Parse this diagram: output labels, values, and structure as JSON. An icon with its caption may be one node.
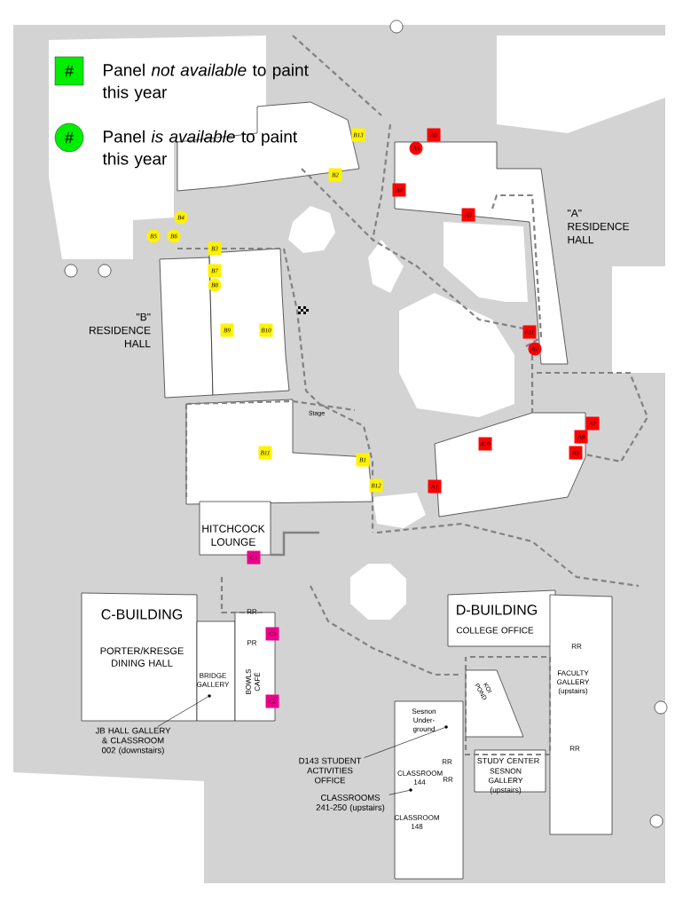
{
  "diagram": {
    "nodes": [
      {
        "text": [
          "B13"
        ]
      },
      {
        "text": [
          "A6"
        ]
      },
      {
        "text": [
          "A5"
        ]
      },
      {
        "text": [
          "B2"
        ]
      },
      {
        "text": [
          "A4"
        ]
      },
      {
        "text": [
          "A3"
        ]
      },
      {
        "text": [
          "B4"
        ]
      },
      {
        "text": [
          "B5"
        ]
      },
      {
        "text": [
          "B6"
        ]
      },
      {
        "text": [
          "B3"
        ]
      },
      {
        "text": [
          "B7"
        ]
      },
      {
        "text": [
          "B8"
        ]
      },
      {
        "text": [
          "B9"
        ]
      },
      {
        "text": [
          "B10"
        ]
      },
      {
        "text": [
          "A11"
        ]
      },
      {
        "text": [
          "A2"
        ]
      },
      {
        "text": [
          "A7"
        ]
      },
      {
        "text": [
          "A8"
        ]
      },
      {
        "text": [
          "A10"
        ]
      },
      {
        "text": [
          "B11"
        ]
      },
      {
        "text": [
          "A9"
        ]
      },
      {
        "text": [
          "B1"
        ]
      },
      {
        "text": [
          "B12"
        ]
      },
      {
        "text": [
          "A1"
        ]
      },
      {
        "text": [
          "C1"
        ]
      },
      {
        "text": [
          "C3"
        ]
      },
      {
        "text": [
          "C2"
        ]
      },
      {
        "text": [
          "JB HALL GALLERY & CLASSROOM 002 (downstairs)"
        ]
      },
      {
        "text": [],
        "shape": "circle"
      },
      {
        "text": [
          "D143 STUDENT ACTIVITIES OFFICE"
        ]
      },
      {
        "text": [],
        "shape": "circle"
      },
      {
        "text": [
          "CLASSROOMS 241-250 (upstairs)"
        ]
      },
      {
        "text": [],
        "shape": "circle"
      }
    ],
    "edges": [
      {
        "from": 27,
        "to": 28,
        "arrow": "none"
      },
      {
        "from": 29,
        "to": 30,
        "arrow": "none"
      },
      {
        "from": 31,
        "to": 32,
        "arrow": "none"
      }
    ],
    "labels": [
      "#",
      "#",
      "\"A\" RESIDENCE HALL",
      "\"B\" RESIDENCE HALL",
      "Stage",
      "HITCHCOCK LOUNGE",
      "C-BUILDING",
      "RR",
      "PR",
      "PORTER/KRESGE DINING HALL",
      "BRIDGE GALLERY",
      "BOWLS CAFÉ",
      "D-BUILDING",
      "COLLEGE OFFICE",
      "RR",
      "KOI POND",
      "FACULTY GALLERY (upstairs)",
      "Sesnon Under- ground",
      "RR",
      "STUDY CENTER",
      "SESNON GALLERY (upstairs)",
      "CLASSROOM 144",
      "RR",
      "CLASSROOM 148",
      "RR"
    ],
    "legend": [
      {
        "text": "Panel *not available* to paint this year",
        "color": "#00ee00"
      },
      {
        "text": "Panel *is available* to paint this year",
        "color": "#00ee00"
      }
    ]
  }
}
